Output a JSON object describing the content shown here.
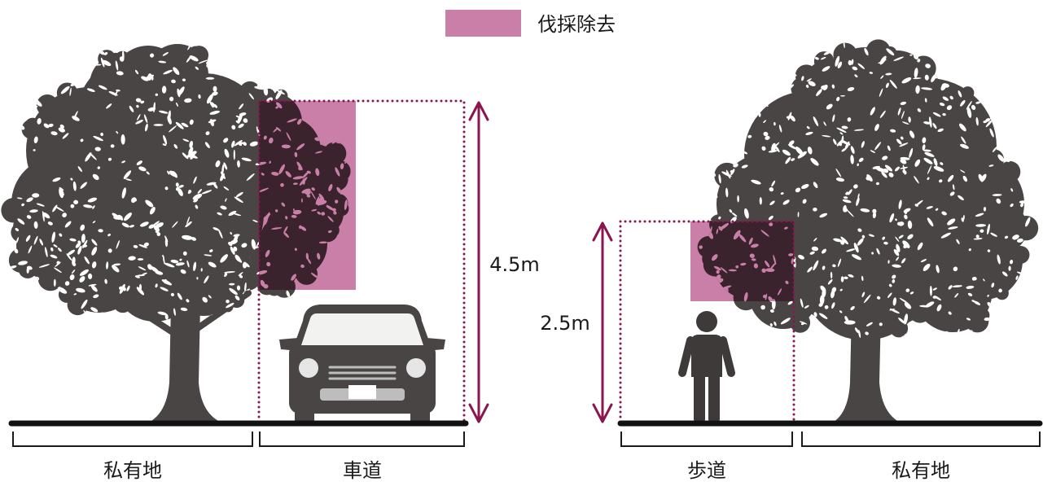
{
  "legend": {
    "label": "伐採除去"
  },
  "colors": {
    "removal": "#c97fa7",
    "dimension": "#8b1550",
    "tree": "#4a4545",
    "vehicle": "#4a4545",
    "person": "#3f3a3a",
    "ground": "#111111"
  },
  "road_side": {
    "clearance_label": "4.5m",
    "zones": [
      {
        "label": "私有地"
      },
      {
        "label": "車道"
      }
    ]
  },
  "sidewalk_side": {
    "clearance_label": "2.5m",
    "zones": [
      {
        "label": "歩道"
      },
      {
        "label": "私有地"
      }
    ]
  },
  "figures": [
    "tree-icon",
    "car-icon",
    "pedestrian-icon"
  ]
}
